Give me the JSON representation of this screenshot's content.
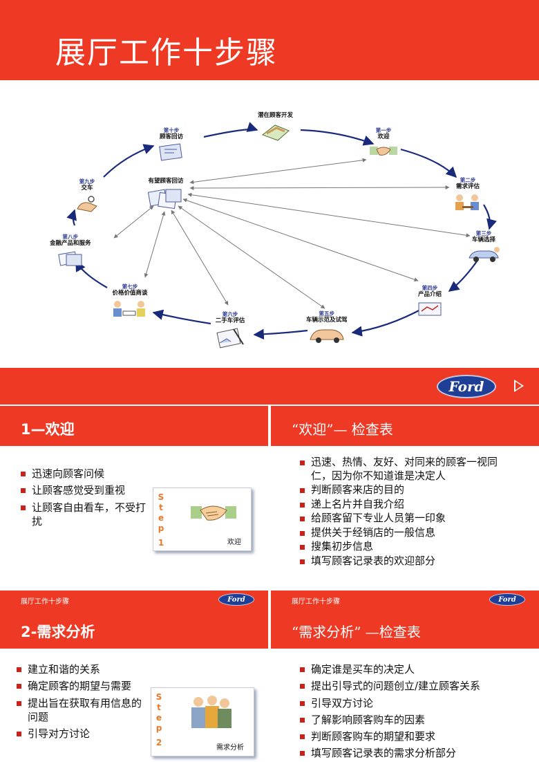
{
  "hero": {
    "title": "展厅工作十步骤",
    "logo_text": "Ford",
    "accent": "#ee3a24",
    "ford_blue": "#1f3f96"
  },
  "diagram": {
    "center_label": "有望顾客回访",
    "start_label": "潜在顾客开发",
    "steps": [
      {
        "step": "第一步",
        "name": "欢迎"
      },
      {
        "step": "第二步",
        "name": "需求评估"
      },
      {
        "step": "第三步",
        "name": "车辆选择"
      },
      {
        "step": "第四步",
        "name": "产品介绍"
      },
      {
        "step": "第五步",
        "name": "车辆示范及试驾"
      },
      {
        "step": "第六步",
        "name": "二手车评估"
      },
      {
        "step": "第七步",
        "name": "价格价值商谈"
      },
      {
        "step": "第八步",
        "name": "金融产品和服务"
      },
      {
        "step": "第九步",
        "name": "交车"
      },
      {
        "step": "第十步",
        "name": "顾客回访"
      }
    ]
  },
  "slides": [
    {
      "title": "1—欢迎",
      "bullets": [
        "迅速向顾客问候",
        "让顾客感觉受到重视",
        "让顾客自由看车，不受打扰"
      ],
      "card_label": "欢迎",
      "footer": "展厅工作十步骤",
      "step_letters": [
        "S",
        "t",
        "e",
        "p"
      ],
      "step_number": "1"
    },
    {
      "title": "“欢迎”— 检查表",
      "bullets": [
        "迅速、热情、友好、对同来的顾客一视同仁，因为你不知道谁是决定人",
        "判断顾客来店的目的",
        "递上名片并自我介绍",
        "给顾客留下专业人员第一印象",
        "提供关于经销店的一般信息",
        "搜集初步信息",
        "填写顾客记录表的欢迎部分"
      ],
      "footer": "展厅工作十步骤"
    },
    {
      "title": "2-需求分析",
      "bullets": [
        "建立和谐的关系",
        "确定顾客的期望与需要",
        "提出旨在获取有用信息的问题",
        "引导对方讨论"
      ],
      "card_label": "需求分析",
      "step_letters": [
        "S",
        "t",
        "e",
        "p"
      ],
      "step_number": "2"
    },
    {
      "title": "“需求分析” —检查表",
      "bullets": [
        "确定谁是买车的决定人",
        "提出引导式的问题创立/建立顾客关系",
        "引导双方讨论",
        "了解影响顾客购车的因素",
        "判断顾客购车的期望和要求",
        "填写顾客记录表的需求分析部分"
      ]
    }
  ]
}
